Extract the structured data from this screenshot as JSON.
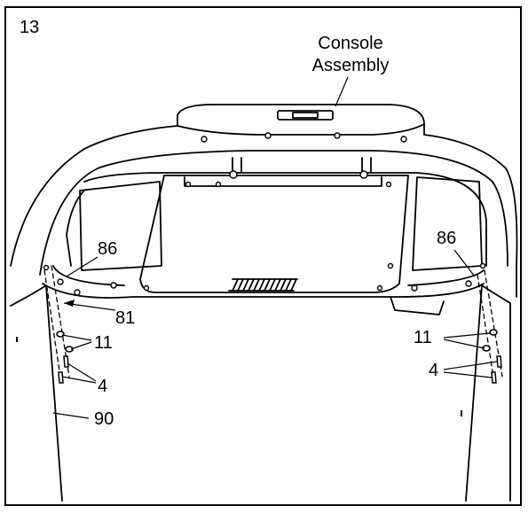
{
  "step_number": "13",
  "labels": {
    "console_line1": "Console",
    "console_line2": "Assembly",
    "part_86_left": "86",
    "part_86_right": "86",
    "part_81": "81",
    "part_11_left": "11",
    "part_11_right": "11",
    "part_4_left": "4",
    "part_4_right": "4",
    "part_90": "90"
  }
}
